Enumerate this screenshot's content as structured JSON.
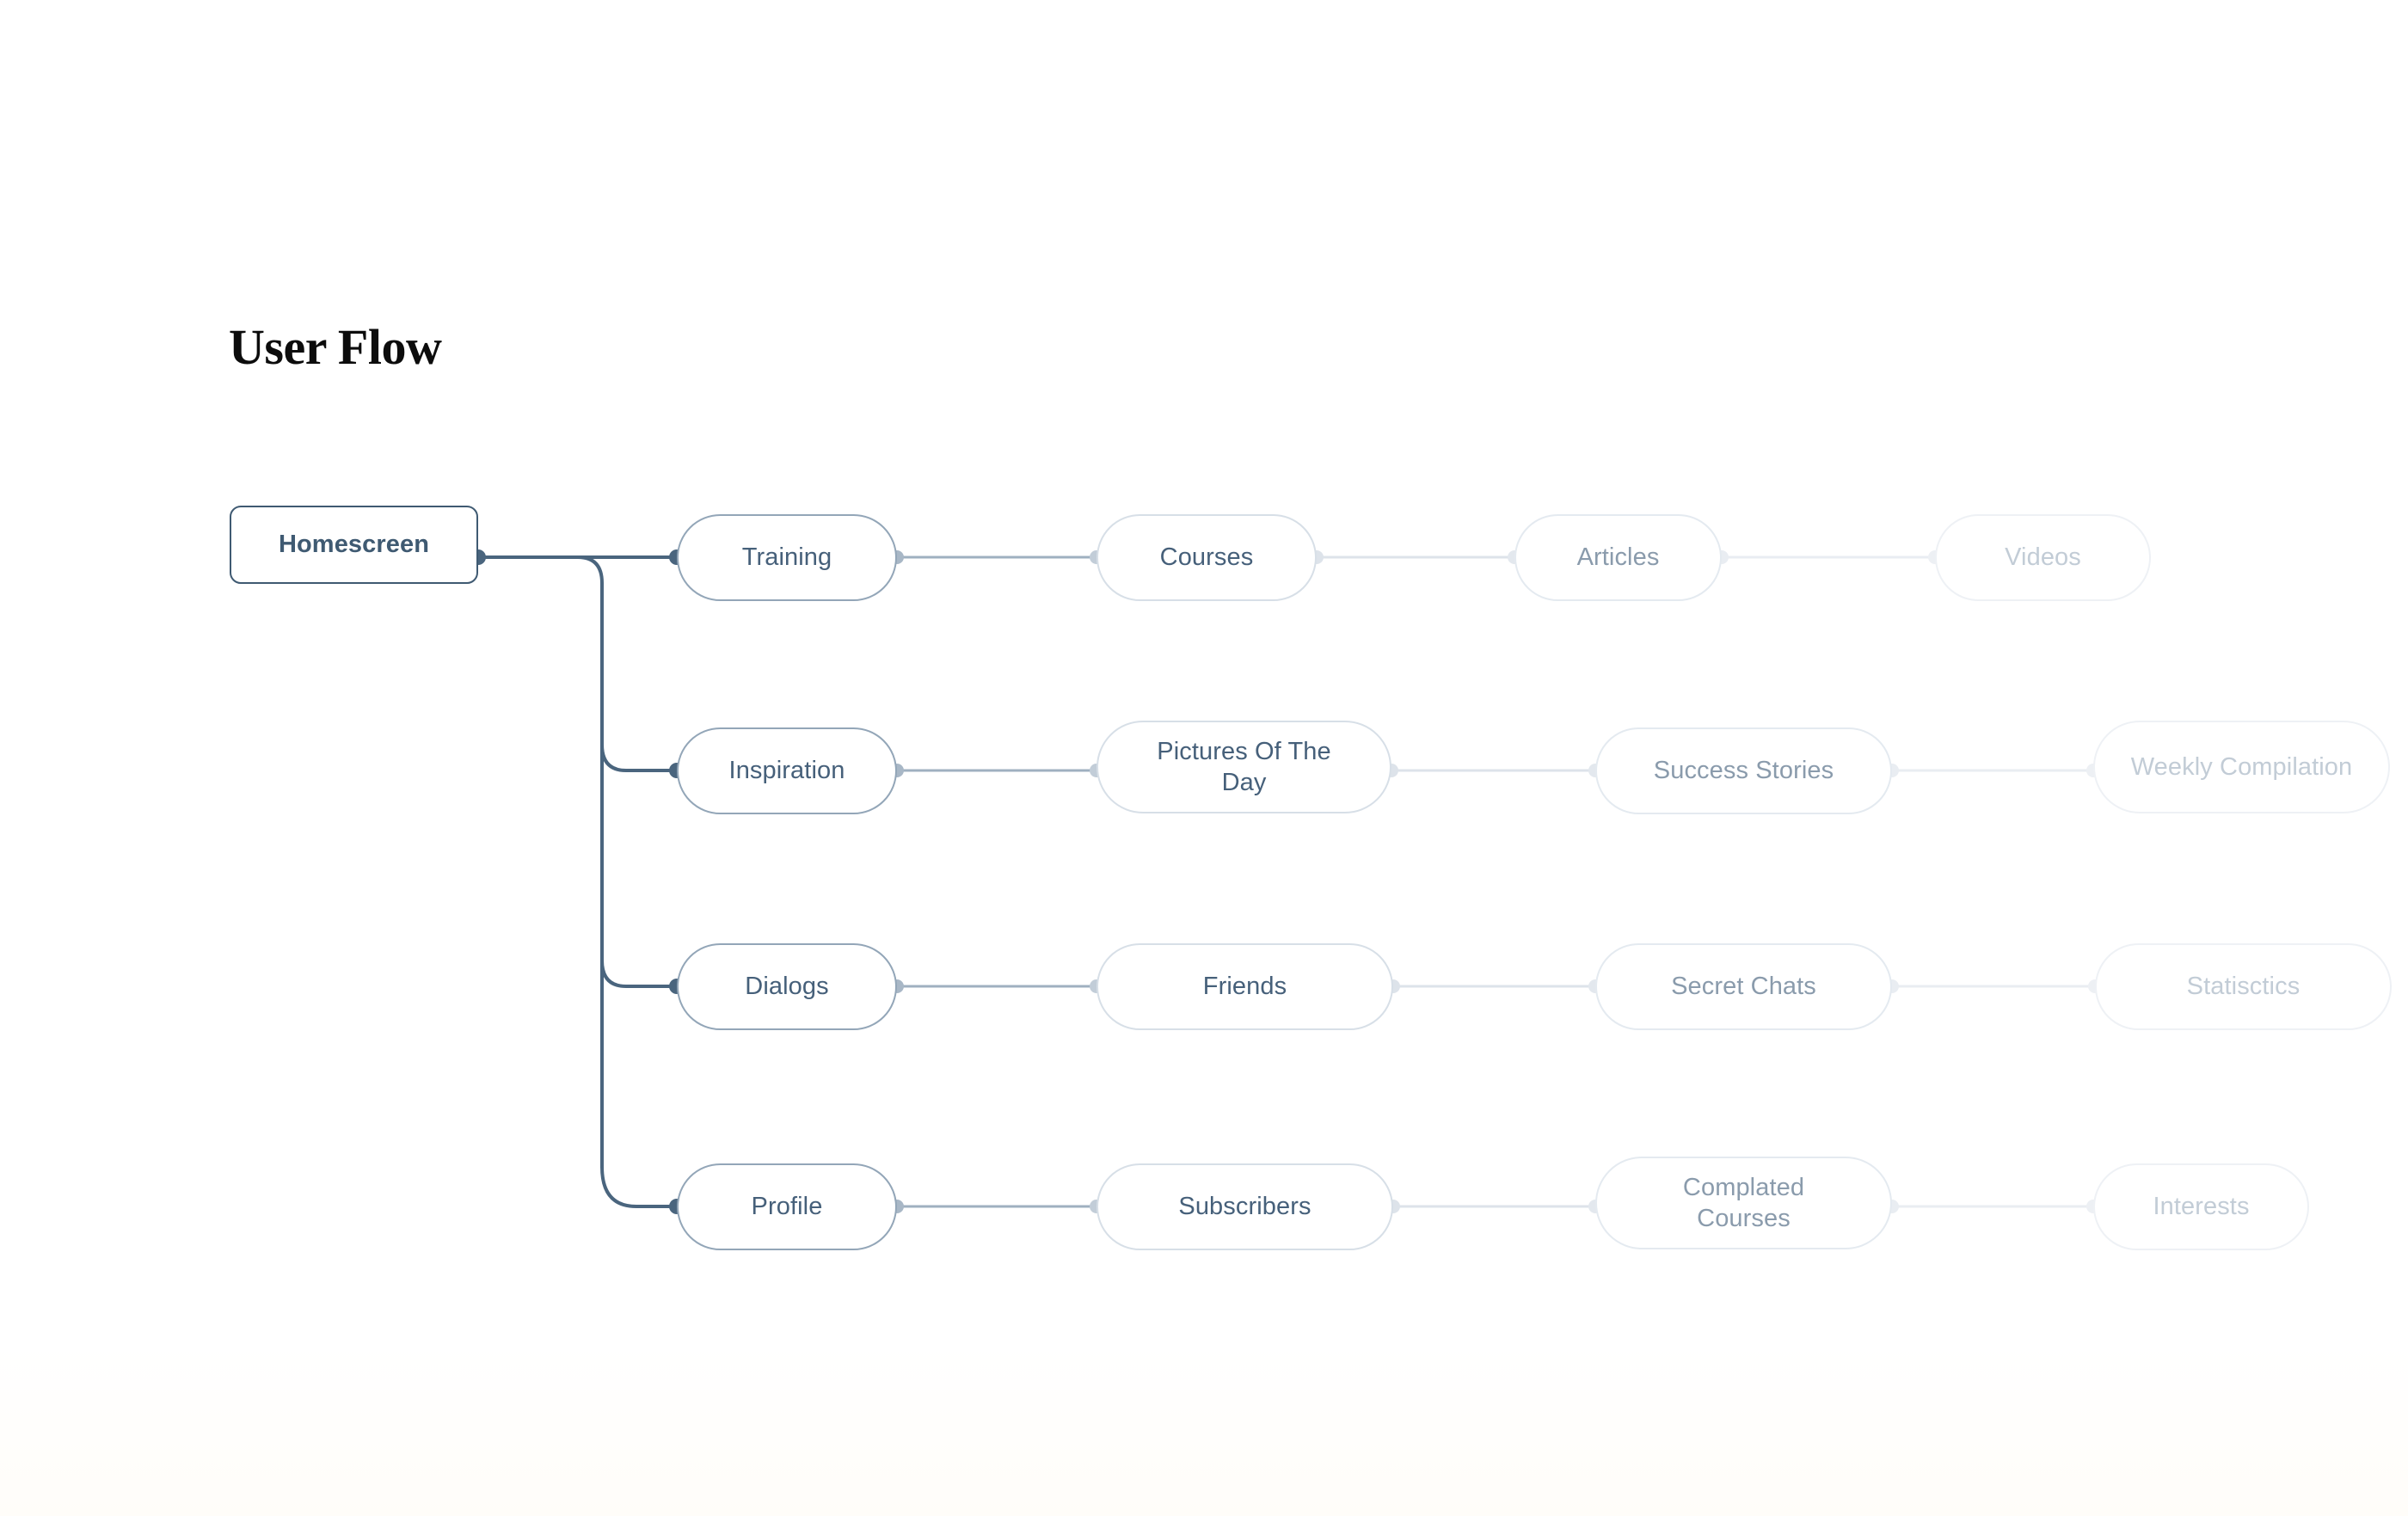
{
  "page": {
    "title": "User Flow",
    "background": "#ffffff"
  },
  "palette": {
    "root_stroke": "#3f5a72",
    "tier1_stroke": "#93a6b8",
    "tier2_stroke": "#d7dfe7",
    "tier3_stroke": "#e4eaf0",
    "tier4_stroke": "#eef1f5",
    "text_dark": "#3f5a72",
    "text_mid": "#46607a",
    "text_faint": "#8a9bac",
    "text_ghost": "#c2ccd6",
    "title_color": "#0c0c0c"
  },
  "diagram": {
    "root": {
      "label": "Homescreen",
      "shape": "rounded-rect",
      "tier": 0
    },
    "branches": [
      {
        "name": "training-branch",
        "nodes": [
          {
            "label": "Training",
            "tier": 1,
            "shape": "pill"
          },
          {
            "label": "Courses",
            "tier": 2,
            "shape": "pill"
          },
          {
            "label": "Articles",
            "tier": 3,
            "shape": "pill"
          },
          {
            "label": "Videos",
            "tier": 4,
            "shape": "pill"
          }
        ]
      },
      {
        "name": "inspiration-branch",
        "nodes": [
          {
            "label": "Inspiration",
            "tier": 1,
            "shape": "pill"
          },
          {
            "label": "Pictures Of The Day",
            "tier": 2,
            "shape": "pill"
          },
          {
            "label": "Success Stories",
            "tier": 3,
            "shape": "pill"
          },
          {
            "label": "Weekly Compilation",
            "tier": 4,
            "shape": "pill"
          }
        ]
      },
      {
        "name": "dialogs-branch",
        "nodes": [
          {
            "label": "Dialogs",
            "tier": 1,
            "shape": "pill"
          },
          {
            "label": "Friends",
            "tier": 2,
            "shape": "pill"
          },
          {
            "label": "Secret Chats",
            "tier": 3,
            "shape": "pill"
          },
          {
            "label": "Statisctics",
            "tier": 4,
            "shape": "pill"
          }
        ]
      },
      {
        "name": "profile-branch",
        "nodes": [
          {
            "label": "Profile",
            "tier": 1,
            "shape": "pill"
          },
          {
            "label": "Subscribers",
            "tier": 2,
            "shape": "pill"
          },
          {
            "label": "Complated Courses",
            "tier": 3,
            "shape": "pill"
          },
          {
            "label": "Interests",
            "tier": 4,
            "shape": "pill"
          }
        ]
      }
    ]
  }
}
